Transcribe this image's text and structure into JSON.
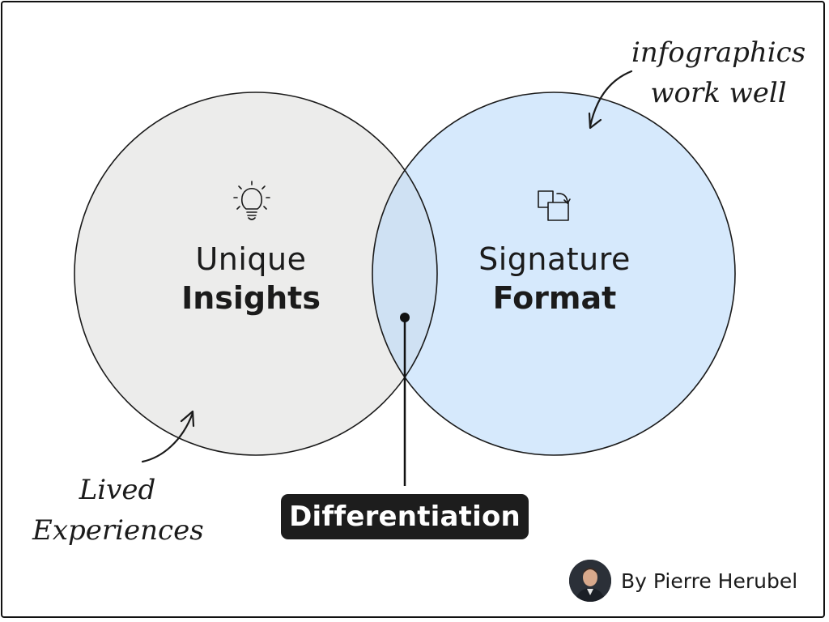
{
  "venn": {
    "left": {
      "line1": "Unique",
      "line2": "Insights",
      "icon": "lightbulb-icon",
      "fill": "#ececeb"
    },
    "right": {
      "line1": "Signature",
      "line2": "Format",
      "icon": "layers-rotate-icon",
      "fill": "#d6e9fc"
    },
    "overlap_fill": "#cfe1f3",
    "stroke": "#1a1a1a"
  },
  "callout": {
    "label": "Differentiation"
  },
  "annotations": {
    "top_right": {
      "line1": "infographics",
      "line2": "work well"
    },
    "bottom_left": {
      "line1": "Lived",
      "line2": "Experiences"
    }
  },
  "author": {
    "byline": "By Pierre Herubel",
    "avatar": "author-avatar"
  }
}
